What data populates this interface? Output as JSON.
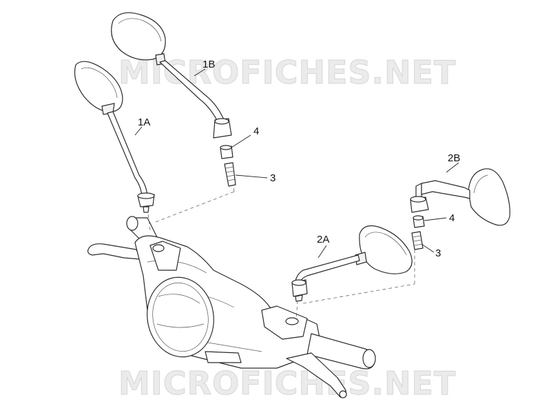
{
  "watermark": {
    "top": "MICROFICHES.NET",
    "bottom": "MICROFICHES.NET"
  },
  "callouts": {
    "mirror_left_a": "1A",
    "mirror_left_b": "1B",
    "nut_left": "4",
    "screw_left": "3",
    "mirror_right_b": "2B",
    "nut_right": "4",
    "screw_right": "3",
    "mirror_right_a": "2A"
  }
}
